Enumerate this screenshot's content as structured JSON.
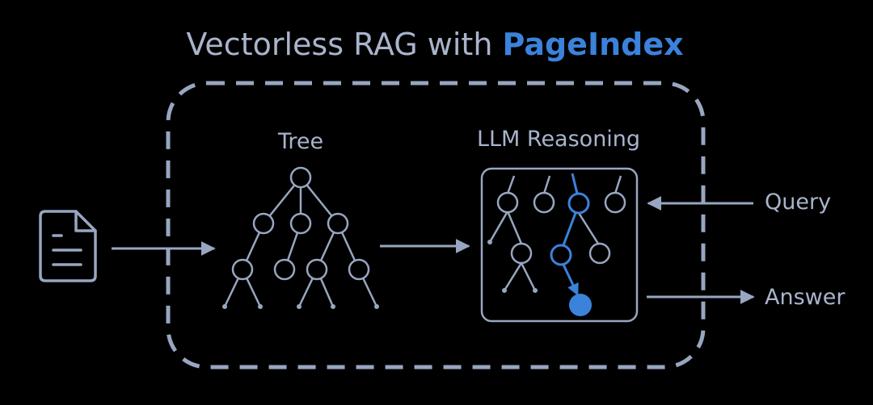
{
  "title": {
    "prefix": "Vectorless RAG with ",
    "highlight": "PageIndex"
  },
  "labels": {
    "tree": "Tree",
    "reasoning": "LLM Reasoning",
    "query": "Query",
    "answer": "Answer"
  },
  "icons": {
    "document": "document-icon"
  },
  "colors": {
    "background": "#000000",
    "line": "#98A6C0",
    "title_text": "#A9B4CB",
    "accent": "#3B82DB"
  }
}
